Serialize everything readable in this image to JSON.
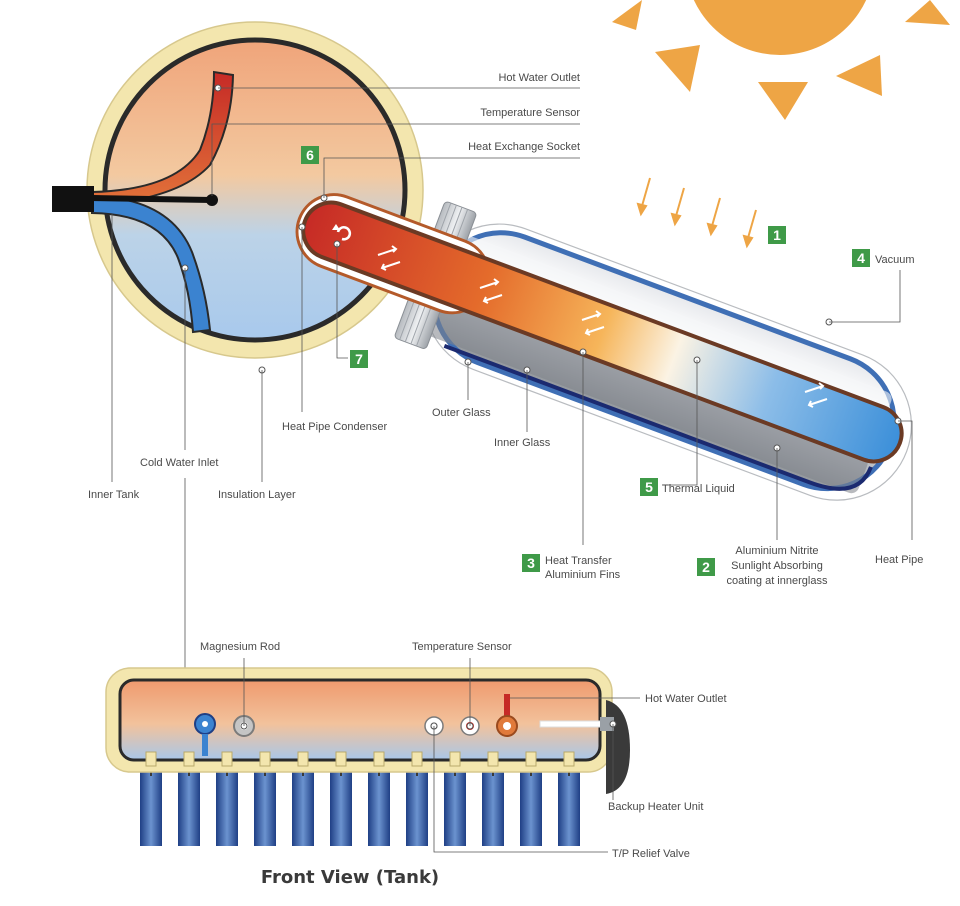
{
  "labels": {
    "hot_water_outlet": "Hot Water Outlet",
    "temperature_sensor": "Temperature Sensor",
    "heat_exchange_socket": "Heat Exchange Socket",
    "vacuum": "Vacuum",
    "heat_pipe_condenser": "Heat Pipe Condenser",
    "outer_glass": "Outer Glass",
    "inner_glass": "Inner Glass",
    "cold_water_inlet": "Cold Water Inlet",
    "inner_tank": "Inner Tank",
    "insulation_layer": "Insulation Layer",
    "thermal_liquid": "Thermal Liquid",
    "heat_transfer_line1": "Heat Transfer",
    "heat_transfer_line2": "Aluminium Fins",
    "aluminium_line1": "Aluminium Nitrite",
    "aluminium_line2": "Sunlight Absorbing",
    "aluminium_line3": "coating at innerglass",
    "heat_pipe": "Heat Pipe",
    "magnesium_rod": "Magnesium Rod",
    "temperature_sensor_front": "Temperature Sensor",
    "hot_water_outlet_front": "Hot Water Outlet",
    "backup_heater_unit": "Backup Heater Unit",
    "tp_relief_valve": "T/P Relief Valve",
    "front_view_title": "Front View (Tank)"
  },
  "badges": {
    "b1": "1",
    "b2": "2",
    "b3": "3",
    "b4": "4",
    "b5": "5",
    "b6": "6",
    "b7": "7"
  },
  "colors": {
    "badge_green": "#3f9a48",
    "sun_orange": "#eea545",
    "insulation": "#f3e6ae",
    "tube_blue": "#3f6fb5"
  },
  "icons": {
    "sun": "sun-icon",
    "sun_rays": "sunlight-arrows"
  }
}
